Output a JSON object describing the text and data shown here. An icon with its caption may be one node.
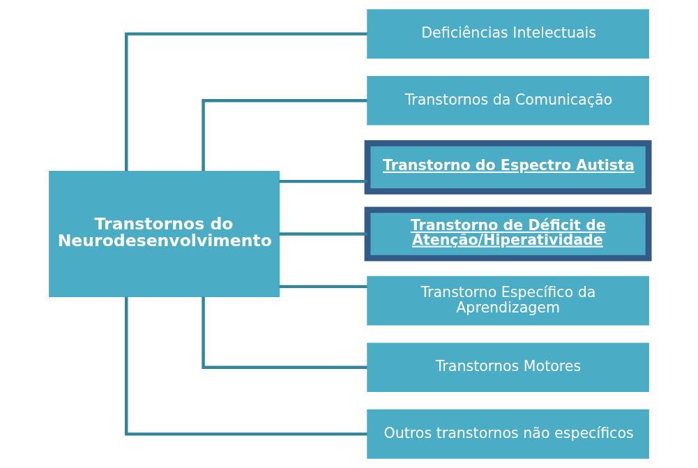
{
  "diagram": {
    "nodes": [
      {
        "text": [
          "Transtornos do Neurodesenvolvimento"
        ]
      },
      {
        "text": [
          "Deficiências Intelectuais"
        ]
      },
      {
        "text": [
          "Transtornos da Comunicação"
        ]
      },
      {
        "text": [
          "Transtorno do Espectro Autista"
        ]
      },
      {
        "text": [
          "Transtorno de Déficit de Atenção/Hiperatividade"
        ]
      },
      {
        "text": [
          "Transtorno Específico da Aprendizagem"
        ]
      },
      {
        "text": [
          "Transtornos Motores"
        ]
      },
      {
        "text": [
          "Outros transtornos não específicos"
        ]
      }
    ],
    "edges": [
      {
        "from": 0,
        "to": 1,
        "arrow": "none"
      },
      {
        "from": 0,
        "to": 2,
        "arrow": "none"
      },
      {
        "from": 0,
        "to": 3,
        "arrow": "none"
      },
      {
        "from": 0,
        "to": 4,
        "arrow": "none"
      },
      {
        "from": 0,
        "to": 5,
        "arrow": "none"
      },
      {
        "from": 0,
        "to": 6,
        "arrow": "none"
      },
      {
        "from": 0,
        "to": 7,
        "arrow": "none"
      }
    ]
  }
}
